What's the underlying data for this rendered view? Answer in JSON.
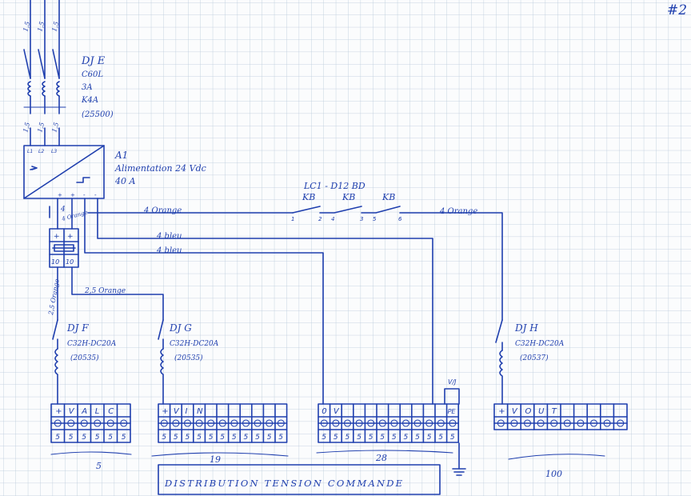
{
  "sheet": {
    "page_number": "#2"
  },
  "feed": {
    "wire_size": "1,5"
  },
  "breaker_e": {
    "name": "DJ E",
    "model": "C60L",
    "rating": "3A",
    "curve": "K4A",
    "ref": "(25500)"
  },
  "power_supply": {
    "name": "A1",
    "description": "Alimentation 24 Vdc",
    "current": "40 A",
    "in_terminals": [
      "L1",
      "L2",
      "L3"
    ],
    "out_terminals": [
      "+",
      "+",
      "-",
      "-"
    ]
  },
  "wires": {
    "orange_4": "4 Orange",
    "orange_4_right": "4 Orange",
    "blue_4_a": "4 bleu",
    "blue_4_b": "4 bleu",
    "orange_2_5": "2,5 Orange",
    "orange_2_5_vert": "2,5 Orange",
    "supply_section": "4"
  },
  "fuse_block": {
    "top": [
      "+",
      "+"
    ],
    "bottom": [
      "10",
      "10"
    ]
  },
  "contactor": {
    "name": "LC1 - D12 BD",
    "contacts": [
      "KB",
      "KB",
      "KB"
    ],
    "poles": [
      "1",
      "2",
      "4",
      "3",
      "5",
      "6"
    ]
  },
  "breaker_f": {
    "name": "DJ F",
    "model": "C32H-DC20A",
    "ref": "(20535)"
  },
  "breaker_g": {
    "name": "DJ G",
    "model": "C32H-DC20A",
    "ref": "(20535)"
  },
  "breaker_h": {
    "name": "DJ H",
    "model": "C32H-DC20A",
    "ref": "(20537)"
  },
  "bus_f": {
    "header": [
      "+",
      "V",
      "A",
      "L",
      "C",
      ""
    ],
    "size": "5",
    "count_label": "5"
  },
  "bus_g": {
    "header": [
      "+",
      "V",
      "I",
      "N",
      "",
      "",
      "",
      "",
      "",
      "",
      ""
    ],
    "size": "5",
    "count_label": "19"
  },
  "bus_0v": {
    "header": [
      "0",
      "V"
    ],
    "pe": "PE",
    "jumper": "V/J",
    "size": "5",
    "count_label": "28"
  },
  "bus_h": {
    "header": [
      "+",
      "V",
      "O",
      "U",
      "T",
      "",
      "",
      "",
      "",
      ""
    ],
    "count_label": "100"
  },
  "title_box": {
    "text": "DISTRIBUTION TENSION COMMANDE"
  }
}
